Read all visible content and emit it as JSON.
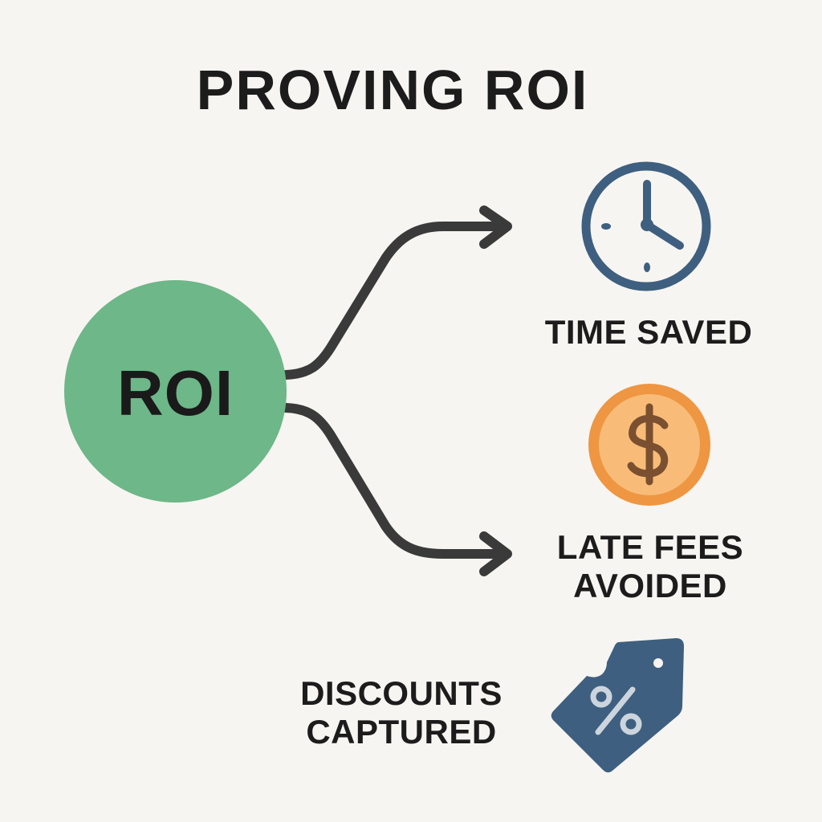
{
  "title": "PROVING ROI",
  "center": {
    "label": "ROI",
    "color": "#6db788"
  },
  "benefits": [
    {
      "label": "TIME SAVED",
      "icon": "clock-icon",
      "color": "#3e5f7f"
    },
    {
      "label_line1": "LATE FEES",
      "label_line2": "AVOIDED",
      "icon": "dollar-coin-icon",
      "color": "#f0a050"
    },
    {
      "label_line1": "DISCOUNTS",
      "label_line2": "CAPTURED",
      "icon": "percent-tag-icon",
      "color": "#3e5f7f"
    }
  ],
  "colors": {
    "background": "#f7f5f1",
    "arrow": "#3a3a3a",
    "text": "#1c1c1c"
  }
}
